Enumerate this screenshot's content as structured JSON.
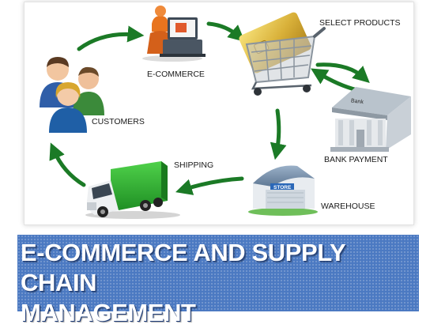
{
  "diagram": {
    "nodes": {
      "ecommerce": "E-COMMERCE",
      "select_products": "SELECT PRODUCTS",
      "customers": "CUSTOMERS",
      "bank_payment": "BANK PAYMENT",
      "shipping": "SHIPPING",
      "warehouse": "WAREHOUSE"
    },
    "icon_text": {
      "bank_sign": "Bank",
      "store_sign": "STORE"
    },
    "arrow_color": "#1b7a26"
  },
  "banner": {
    "line1": "E-COMMERCE AND SUPPLY CHAIN",
    "line2": "MANAGEMENT",
    "background": "#4b79c2"
  }
}
